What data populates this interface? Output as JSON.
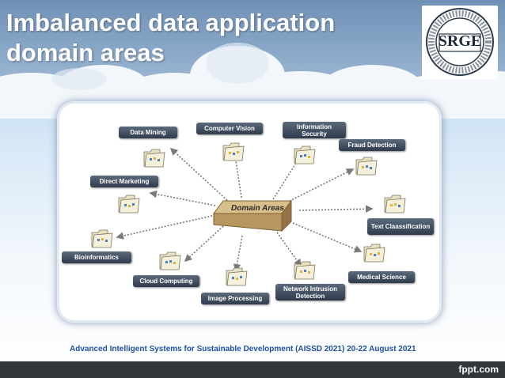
{
  "slide": {
    "title_line1": "Imbalanced data application",
    "title_line2": "domain areas",
    "logo_text": "SRGE",
    "logo_ring_text": "SCIENTIFIC RESEARCH GROUP IN EGYPT",
    "footer": "Advanced Intelligent Systems for Sustainable Development (AISSD 2021) 20-22 August 2021",
    "brand": "fppt.com"
  },
  "diagram": {
    "hub_label": "Domain Areas",
    "nodes": [
      {
        "id": "data-mining",
        "label": "Data Mining"
      },
      {
        "id": "computer-vision",
        "label": "Computer Vision"
      },
      {
        "id": "information-security",
        "label": "Information Security"
      },
      {
        "id": "fraud-detection",
        "label": "Fraud Detection"
      },
      {
        "id": "direct-marketing",
        "label": "Direct Marketing"
      },
      {
        "id": "text-classification",
        "label": "Text Claassification"
      },
      {
        "id": "bioinformatics",
        "label": "Bioinformatics"
      },
      {
        "id": "medical-science",
        "label": "Medical Science"
      },
      {
        "id": "cloud-computing",
        "label": "Cloud Computing"
      },
      {
        "id": "network-intrusion",
        "label": "Network Intrusion Detection"
      },
      {
        "id": "image-processing",
        "label": "Image Processing"
      }
    ],
    "colors": {
      "label_bg": "#3b4757",
      "folder": "#e9e2c6",
      "hub_top": "#d9c08a",
      "hub_side": "#a48455",
      "arrow": "#7a7a7a"
    }
  }
}
